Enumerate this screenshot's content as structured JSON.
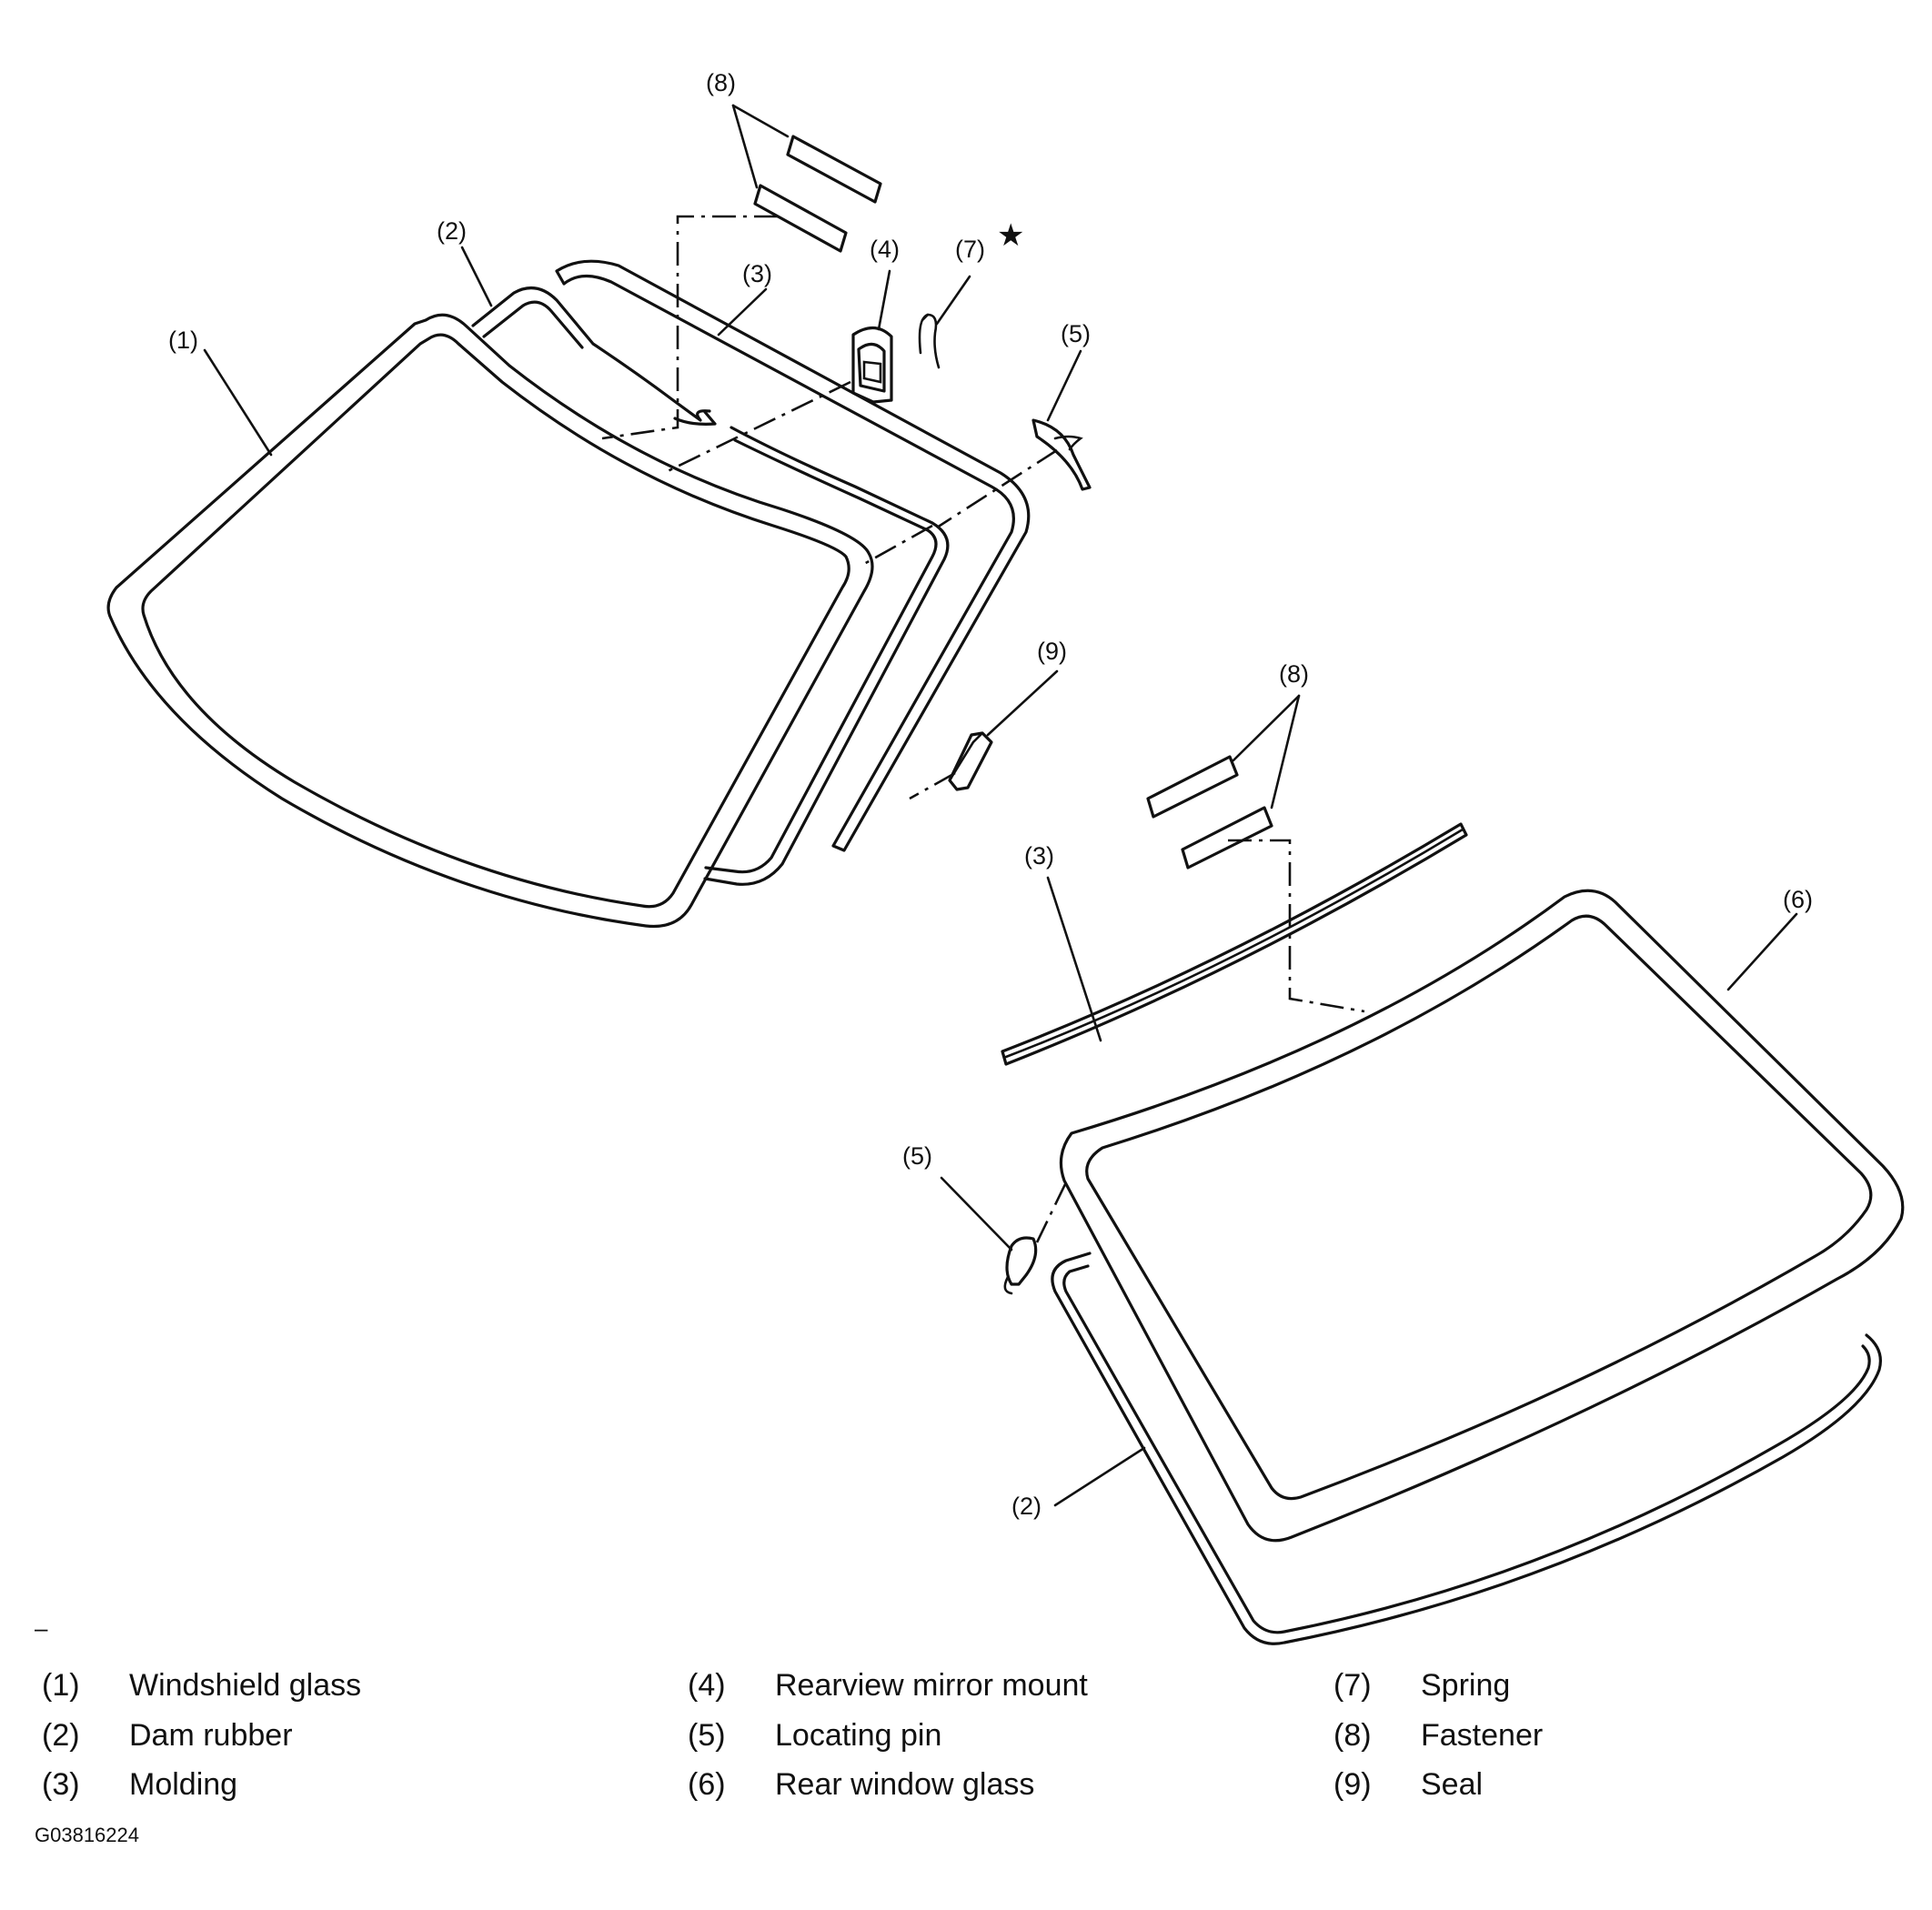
{
  "callouts": {
    "c1": "(1)",
    "c2_top": "(2)",
    "c3_top": "(3)",
    "c4": "(4)",
    "c5_top": "(5)",
    "c7": "(7)",
    "c8_top": "(8)",
    "c9": "(9)",
    "c8_bottom": "(8)",
    "c3_bottom": "(3)",
    "c6": "(6)",
    "c5_bottom": "(5)",
    "c2_bottom": "(2)"
  },
  "star_symbol": "★",
  "dash_mark": "–",
  "legend": [
    {
      "num": "(1)",
      "label": "Windshield glass"
    },
    {
      "num": "(2)",
      "label": "Dam rubber"
    },
    {
      "num": "(3)",
      "label": "Molding"
    },
    {
      "num": "(4)",
      "label": "Rearview mirror mount"
    },
    {
      "num": "(5)",
      "label": "Locating pin"
    },
    {
      "num": "(6)",
      "label": "Rear window glass"
    },
    {
      "num": "(7)",
      "label": "Spring"
    },
    {
      "num": "(8)",
      "label": "Fastener"
    },
    {
      "num": "(9)",
      "label": "Seal"
    }
  ],
  "figure_code": "G03816224"
}
